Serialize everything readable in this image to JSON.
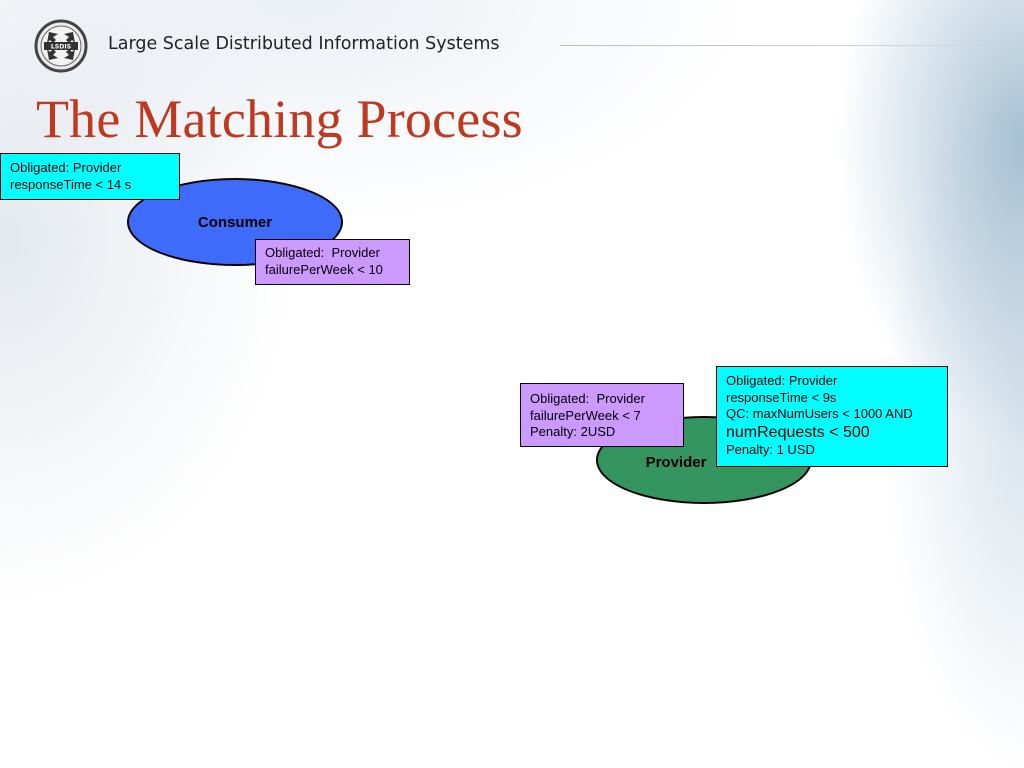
{
  "header": {
    "logo_text": "LSDIS",
    "org_title": "Large Scale Distributed Information Systems"
  },
  "slide": {
    "title": "The Matching Process"
  },
  "diagram": {
    "consumer": {
      "label": "Consumer",
      "color": "#3f6bfb"
    },
    "provider": {
      "label": "Provider",
      "color": "#35955f"
    },
    "consumer_box_1": {
      "color": "#00ffff",
      "lines": [
        "Obligated: Provider",
        "responseTime < 14 s"
      ]
    },
    "consumer_box_2": {
      "color": "#cc99ff",
      "lines": [
        "Obligated:  Provider",
        "failurePerWeek < 10"
      ]
    },
    "provider_box_1": {
      "color": "#cc99ff",
      "lines": [
        "Obligated:  Provider",
        "failurePerWeek < 7",
        "Penalty: 2USD"
      ]
    },
    "provider_box_2": {
      "color": "#00ffff",
      "lines": [
        "Obligated: Provider",
        "responseTime < 9s",
        "QC: maxNumUsers < 1000 AND",
        "numRequests < 500",
        "Penalty: 1 USD"
      ]
    }
  }
}
